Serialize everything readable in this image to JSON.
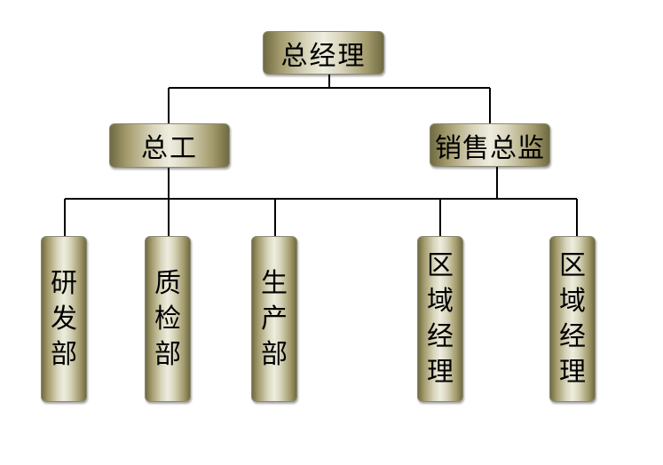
{
  "org_chart": {
    "root": {
      "label": "总经理"
    },
    "level2": [
      {
        "id": "chief-engineer",
        "label": "总工"
      },
      {
        "id": "sales-director",
        "label": "销售总监"
      }
    ],
    "level3": [
      {
        "id": "rd",
        "label": "研发部",
        "parent": "chief-engineer"
      },
      {
        "id": "qc",
        "label": "质检部",
        "parent": "chief-engineer"
      },
      {
        "id": "production",
        "label": "生产部",
        "parent": "chief-engineer"
      },
      {
        "id": "regional-manager-1",
        "label": "区域经理",
        "parent": "sales-director"
      },
      {
        "id": "regional-manager-2",
        "label": "区域经理",
        "parent": "sales-director"
      }
    ],
    "colors": {
      "line": "#000000",
      "node_dark": "#6f6a42",
      "node_light": "#eeeddf"
    }
  }
}
